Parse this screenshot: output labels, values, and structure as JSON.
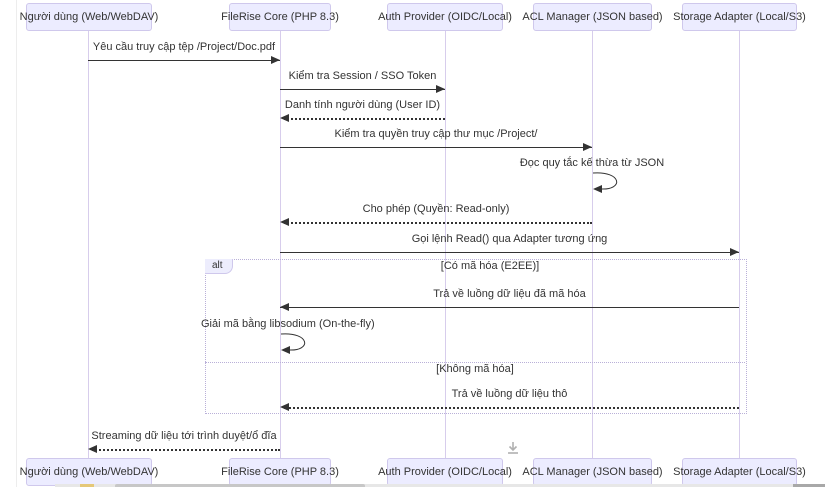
{
  "diagram": {
    "type": "sequence",
    "participants": [
      {
        "label": "Người dùng (Web/WebDAV)"
      },
      {
        "label": "FileRise Core (PHP 8.3)"
      },
      {
        "label": "Auth Provider (OIDC/Local)"
      },
      {
        "label": "ACL Manager (JSON based)"
      },
      {
        "label": "Storage Adapter (Local/S3)"
      }
    ],
    "messages": [
      {
        "label": "Yêu cầu truy cập tệp /Project/Doc.pdf",
        "from": "Người dùng (Web/WebDAV)",
        "to": "FileRise Core (PHP 8.3)",
        "style": "solid"
      },
      {
        "label": "Kiểm tra Session / SSO Token",
        "from": "FileRise Core (PHP 8.3)",
        "to": "Auth Provider (OIDC/Local)",
        "style": "solid"
      },
      {
        "label": "Danh tính người dùng (User ID)",
        "from": "Auth Provider (OIDC/Local)",
        "to": "FileRise Core (PHP 8.3)",
        "style": "dotted"
      },
      {
        "label": "Kiểm tra quyền truy cập thư mục /Project/",
        "from": "FileRise Core (PHP 8.3)",
        "to": "ACL Manager (JSON based)",
        "style": "solid"
      },
      {
        "label": "Đọc quy tắc kế thừa từ JSON",
        "from": "ACL Manager (JSON based)",
        "to": "ACL Manager (JSON based)",
        "style": "self"
      },
      {
        "label": "Cho phép (Quyền: Read-only)",
        "from": "ACL Manager (JSON based)",
        "to": "FileRise Core (PHP 8.3)",
        "style": "dotted"
      },
      {
        "label": "Gọi lệnh Read() qua Adapter tương ứng",
        "from": "FileRise Core (PHP 8.3)",
        "to": "Storage Adapter (Local/S3)",
        "style": "solid"
      },
      {
        "label": "Trả về luồng dữ liệu đã mã hóa",
        "from": "Storage Adapter (Local/S3)",
        "to": "FileRise Core (PHP 8.3)",
        "style": "solid"
      },
      {
        "label": "Giải mã bằng libsodium (On-the-fly)",
        "from": "FileRise Core (PHP 8.3)",
        "to": "FileRise Core (PHP 8.3)",
        "style": "self"
      },
      {
        "label": "Trả về luồng dữ liệu thô",
        "from": "Storage Adapter (Local/S3)",
        "to": "FileRise Core (PHP 8.3)",
        "style": "dotted"
      },
      {
        "label": "Streaming dữ liệu tới trình duyệt/ổ đĩa",
        "from": "FileRise Core (PHP 8.3)",
        "to": "Người dùng (Web/WebDAV)",
        "style": "dotted"
      }
    ],
    "alt_fragment": {
      "label": "alt",
      "conditions": [
        "[Có mã hóa (E2EE)]",
        "[Không mã hóa]"
      ]
    },
    "colors": {
      "actor_fill": "#ECECFF",
      "actor_border": "#CFC8EC",
      "lifeline": "#D7CDEC",
      "arrow": "#333333",
      "alt_border": "#B9B0D8",
      "text": "#333333",
      "download_icon": "#B0B0B0"
    }
  },
  "overlay": {
    "download_icon": "download-icon"
  }
}
